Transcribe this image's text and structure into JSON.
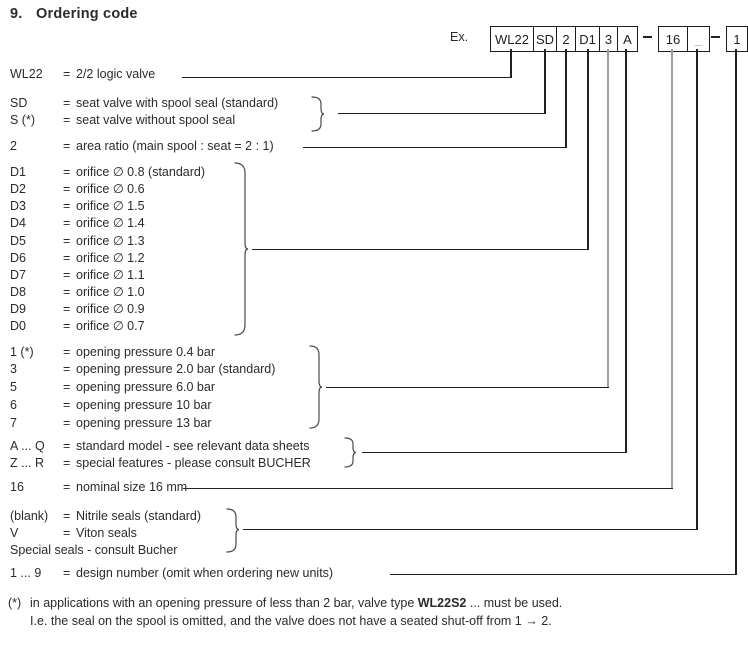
{
  "title": {
    "number": "9.",
    "text": "Ordering code"
  },
  "example": {
    "label": "Ex.",
    "group1": [
      "WL22",
      "SD",
      "2",
      "D1",
      "3",
      "A"
    ],
    "sep1": "-",
    "group2": [
      "16",
      "_"
    ],
    "sep2": "-",
    "group3": [
      "1"
    ]
  },
  "rows": [
    {
      "code": "WL22",
      "eq": "=",
      "desc": "2/2 logic valve"
    },
    {
      "code": "SD",
      "eq": "=",
      "desc": "seat valve with spool seal (standard)"
    },
    {
      "code": "S (*)",
      "eq": "=",
      "desc": "seat valve without spool seal"
    },
    {
      "code": "2",
      "eq": "=",
      "desc": "area ratio (main spool : seat = 2 : 1)"
    },
    {
      "code": "D1",
      "eq": "=",
      "desc": "orifice ∅ 0.8 (standard)"
    },
    {
      "code": "D2",
      "eq": "=",
      "desc": "orifice ∅ 0.6"
    },
    {
      "code": "D3",
      "eq": "=",
      "desc": "orifice ∅ 1.5"
    },
    {
      "code": "D4",
      "eq": "=",
      "desc": "orifice ∅ 1.4"
    },
    {
      "code": "D5",
      "eq": "=",
      "desc": "orifice ∅ 1.3"
    },
    {
      "code": "D6",
      "eq": "=",
      "desc": "orifice ∅ 1.2"
    },
    {
      "code": "D7",
      "eq": "=",
      "desc": "orifice ∅ 1.1"
    },
    {
      "code": "D8",
      "eq": "=",
      "desc": "orifice ∅ 1.0"
    },
    {
      "code": "D9",
      "eq": "=",
      "desc": "orifice ∅ 0.9"
    },
    {
      "code": "D0",
      "eq": "=",
      "desc": "orifice ∅ 0.7"
    },
    {
      "code": "1 (*)",
      "eq": "=",
      "desc": "opening pressure 0.4 bar"
    },
    {
      "code": "3",
      "eq": "=",
      "desc": "opening pressure 2.0 bar (standard)"
    },
    {
      "code": "5",
      "eq": "=",
      "desc": "opening pressure 6.0 bar"
    },
    {
      "code": "6",
      "eq": "=",
      "desc": "opening pressure 10 bar"
    },
    {
      "code": "7",
      "eq": "=",
      "desc": "opening pressure 13 bar"
    },
    {
      "code": "A ... Q",
      "eq": "=",
      "desc": "standard model - see relevant data sheets"
    },
    {
      "code": "Z ... R",
      "eq": "=",
      "desc": "special features - please consult BUCHER"
    },
    {
      "code": "16",
      "eq": "=",
      "desc": "nominal size 16 mm"
    },
    {
      "code": "(blank)",
      "eq": "=",
      "desc": "Nitrile seals (standard)"
    },
    {
      "code": "V",
      "eq": "=",
      "desc": "Viton seals"
    },
    {
      "code": "",
      "eq": "",
      "desc": "Special seals - consult Bucher"
    },
    {
      "code": "1 ... 9",
      "eq": "=",
      "desc": "design number (omit when ordering new units)"
    }
  ],
  "footnote": {
    "marker": "(*)",
    "line1_pre": "in applications with an opening pressure of less than 2 bar, valve type ",
    "line1_bold": "WL22S2",
    "line1_post": " ... must be used.",
    "line2": "I.e. the seal on the spool is omitted, and the valve does not have a seated shut-off from 1 → 2."
  },
  "colors": {
    "text": "#2b2b2e",
    "line": "#212121",
    "line_gray": "#9e9e9e"
  }
}
